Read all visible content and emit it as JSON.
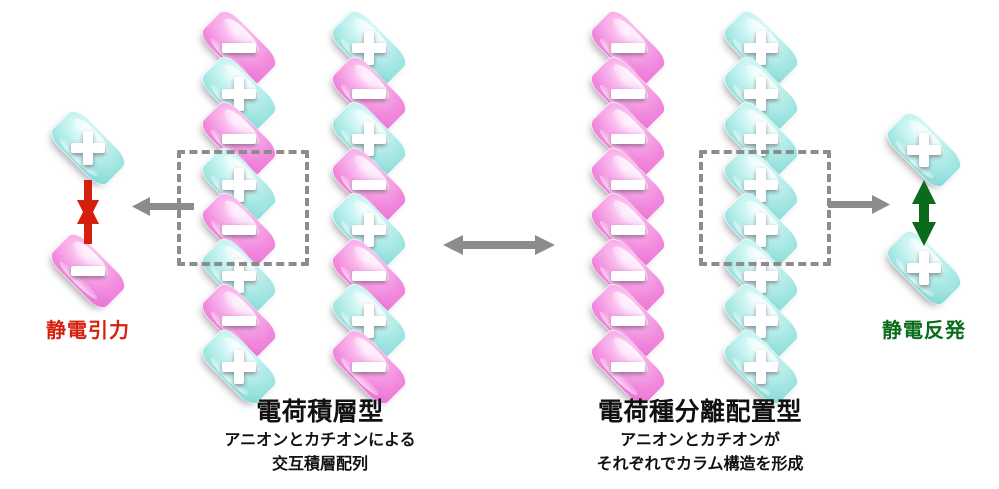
{
  "diagram": {
    "colors": {
      "cation_plate": "#a3e6e2",
      "anion_plate": "#f189dd",
      "attraction_arrow": "#d61f0c",
      "repulsion_arrow": "#0b6b1c",
      "relation_arrow": "#8c8c8c",
      "dashed_box": "#8c8c8c"
    },
    "signs": {
      "positive": "+",
      "negative": "−"
    }
  },
  "left_inset": {
    "name": "electrostatic-attraction-inset",
    "top_plate": {
      "charge": "+",
      "type": "cation"
    },
    "bottom_plate": {
      "charge": "−",
      "type": "anion"
    },
    "arrow": {
      "direction": "inward",
      "meaning": "attraction"
    },
    "label": "静電引力",
    "label_color": "#d61f0c"
  },
  "right_inset": {
    "name": "electrostatic-repulsion-inset",
    "top_plate": {
      "charge": "+",
      "type": "cation"
    },
    "bottom_plate": {
      "charge": "+",
      "type": "cation"
    },
    "arrow": {
      "direction": "outward",
      "meaning": "repulsion"
    },
    "label": "静電反発",
    "label_color": "#0b6b1c"
  },
  "left_structure": {
    "name": "charge-stacked-type",
    "caption": {
      "title": "電荷積層型",
      "sub_line1": "アニオンとカチオンによる",
      "sub_line2": "交互積層配列"
    },
    "column_left": [
      "−",
      "+",
      "−",
      "+",
      "−",
      "+",
      "−",
      "+"
    ],
    "column_right": [
      "+",
      "−",
      "+",
      "−",
      "+",
      "−",
      "+",
      "−"
    ]
  },
  "right_structure": {
    "name": "charge-segregated-type",
    "caption": {
      "title": "電荷種分離配置型",
      "sub_line1": "アニオンとカチオンが",
      "sub_line2": "それぞれでカラム構造を形成"
    },
    "column_left": [
      "−",
      "−",
      "−",
      "−",
      "−",
      "−",
      "−",
      "−"
    ],
    "column_right": [
      "+",
      "+",
      "+",
      "+",
      "+",
      "+",
      "+",
      "+"
    ]
  },
  "connectors": {
    "left_callout_arrow": "leftward-arrow",
    "center_relation_arrow": "double-headed-horizontal-arrow",
    "right_callout_arrow": "rightward-arrow"
  }
}
